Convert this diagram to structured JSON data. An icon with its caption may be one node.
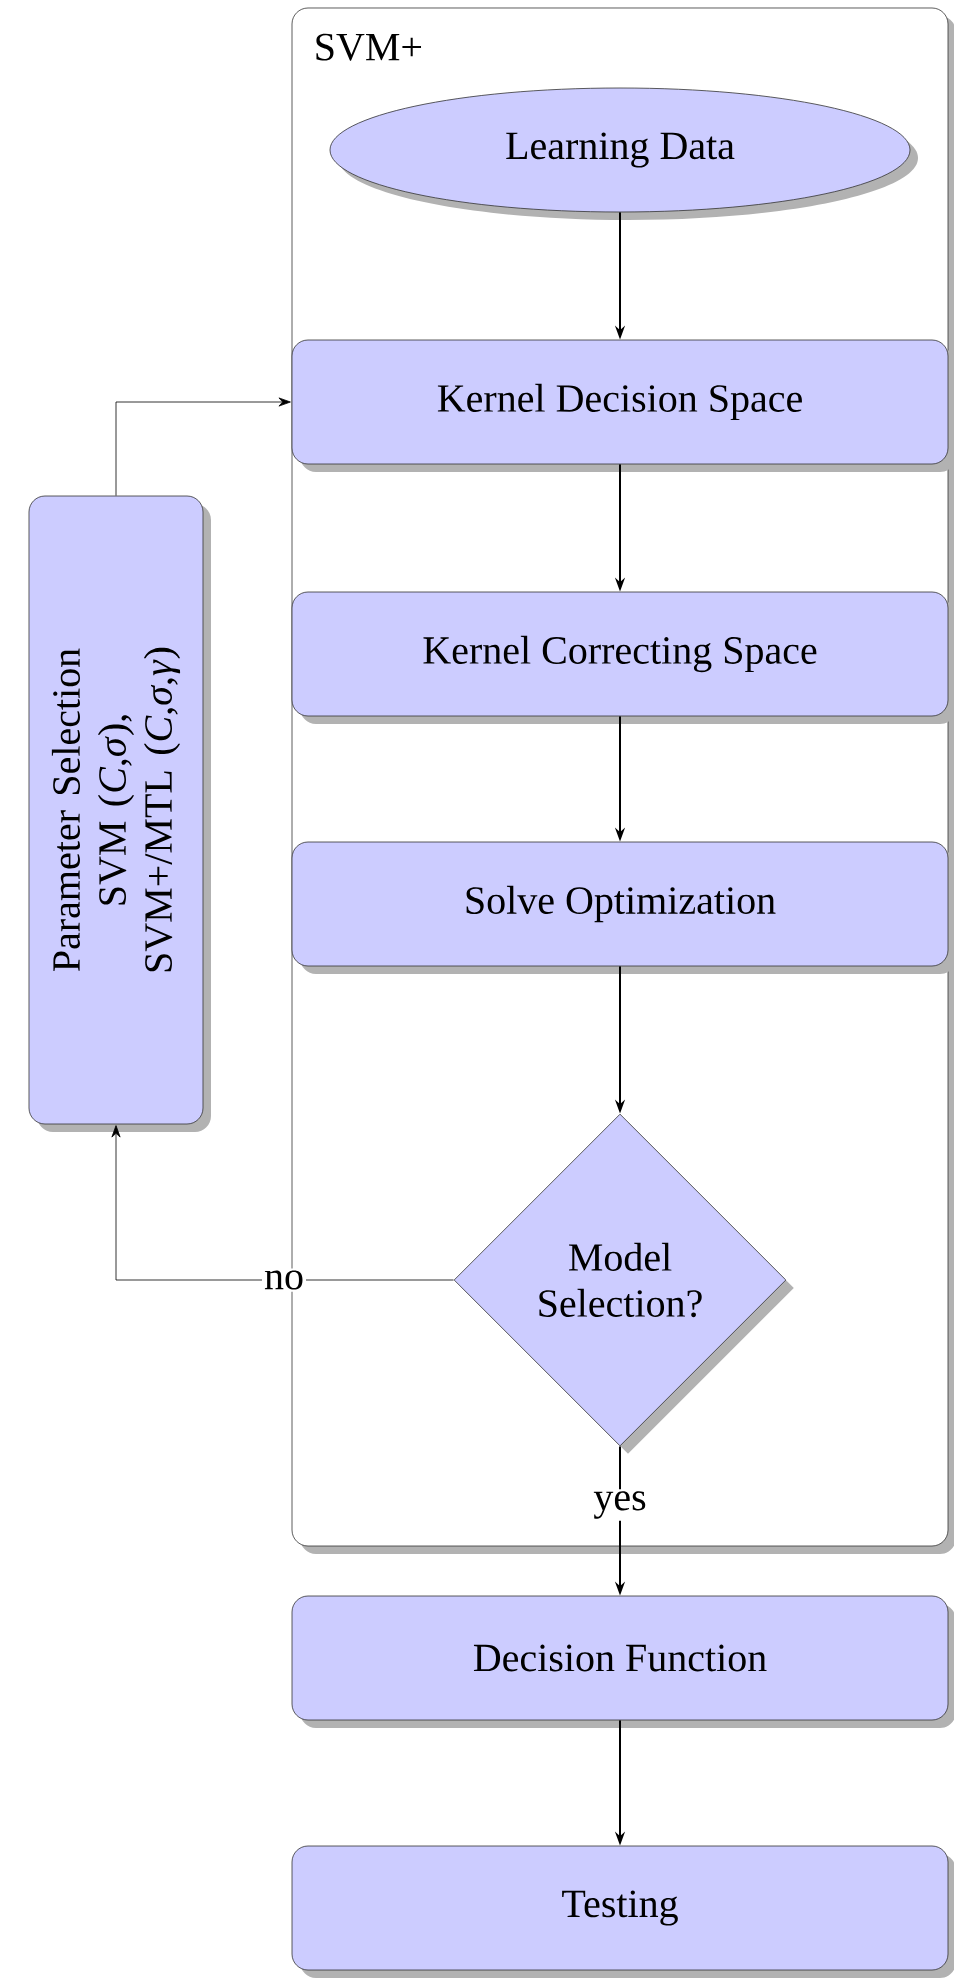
{
  "diagram": {
    "nodes": [
      {
        "text": [
          "SVM+"
        ]
      },
      {
        "text": [
          "Learning Data"
        ],
        "in": 0
      },
      {
        "text": [
          "Kernel Decision Space"
        ],
        "in": 0
      },
      {
        "text": [
          "Kernel Correcting Space"
        ],
        "in": 0
      },
      {
        "text": [
          "Solve Optimization"
        ],
        "in": 0
      },
      {
        "text": [
          "Model Selection?"
        ],
        "in": 0
      },
      {
        "text": [
          "Parameter Selection SVM (*C*,*σ*), SVM+/MTL (*C*,*σ*,*γ*)"
        ]
      },
      {
        "text": [
          "Decision Function"
        ]
      },
      {
        "text": [
          "Testing"
        ]
      }
    ],
    "edges": [
      {
        "from": 1,
        "to": 2,
        "arrow": "to"
      },
      {
        "from": 2,
        "to": 3,
        "arrow": "to"
      },
      {
        "from": 3,
        "to": 4,
        "arrow": "to"
      },
      {
        "from": 4,
        "to": 5,
        "arrow": "to"
      },
      {
        "from": 5,
        "to": 6,
        "arrow": "to",
        "label": "no"
      },
      {
        "from": 6,
        "to": 2,
        "arrow": "to"
      },
      {
        "from": 5,
        "to": 7,
        "arrow": "to",
        "label": "yes"
      },
      {
        "from": 7,
        "to": 8,
        "arrow": "to"
      }
    ]
  }
}
